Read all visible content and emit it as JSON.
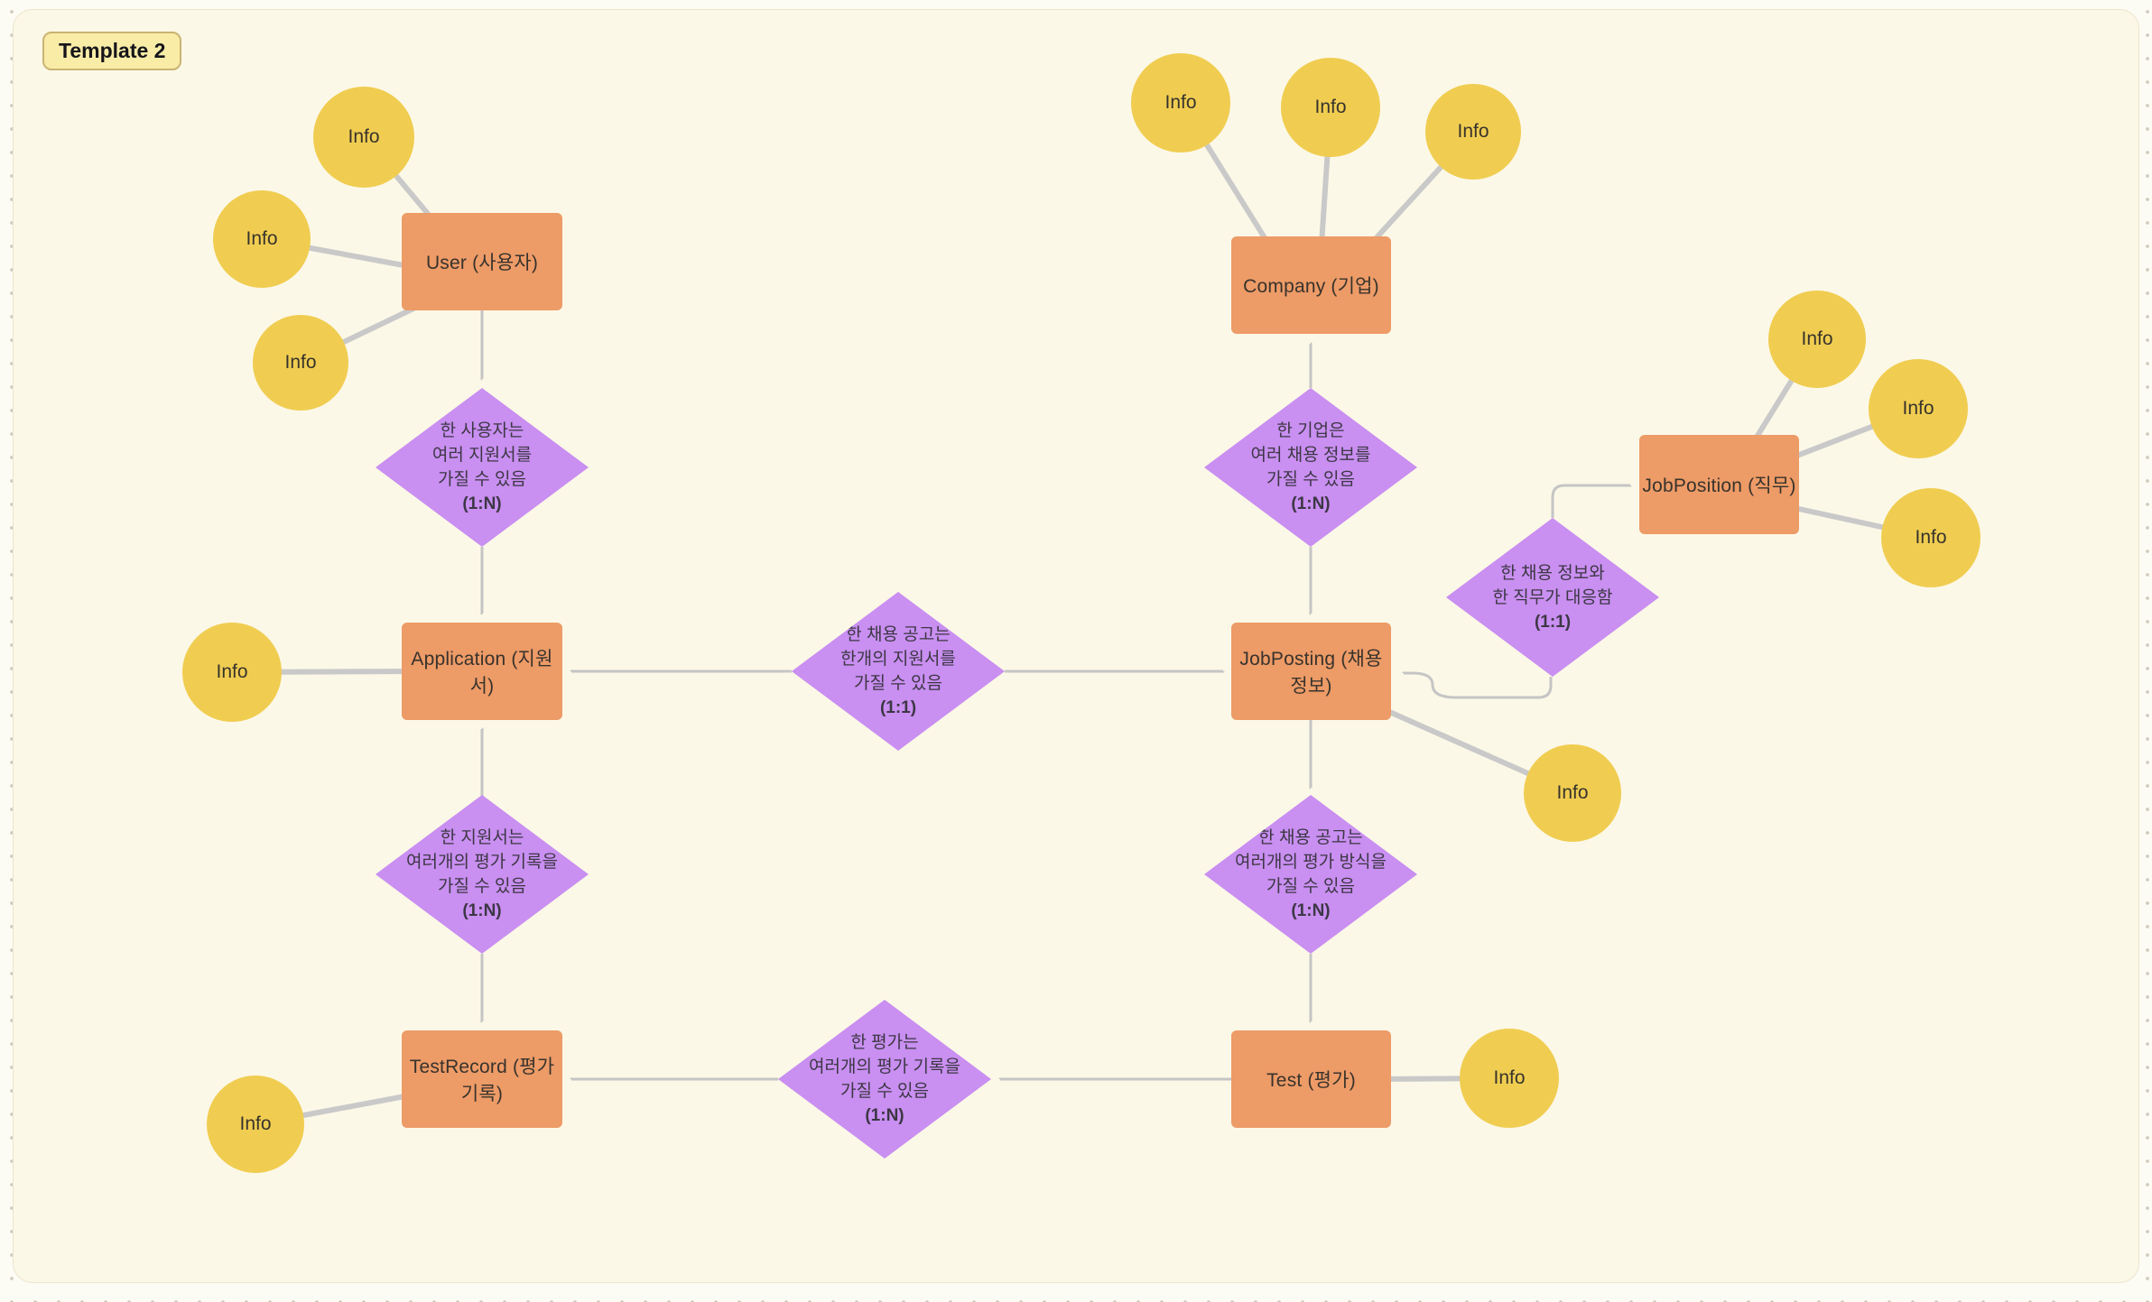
{
  "badge": {
    "label": "Template 2"
  },
  "attribute_label": "Info",
  "entities": {
    "user": {
      "label": "User (사용자)"
    },
    "company": {
      "label": "Company (기업)"
    },
    "job_position": {
      "label": "JobPosition (직무)"
    },
    "application": {
      "label": "Application (지원서)"
    },
    "job_posting": {
      "label": "JobPosting (채용 정보)"
    },
    "test": {
      "label": "Test (평가)"
    },
    "test_record": {
      "label": "TestRecord (평가 기록)"
    }
  },
  "relationships": {
    "user_application": {
      "lines": [
        "한 사용자는",
        "여러 지원서를",
        "가질 수 있음"
      ],
      "cardinality": "(1:N)"
    },
    "company_jobposting": {
      "lines": [
        "한 기업은",
        "여러 채용 정보를",
        "가질 수 있음"
      ],
      "cardinality": "(1:N)"
    },
    "jobposting_application": {
      "lines": [
        "한 채용 공고는",
        "한개의 지원서를",
        "가질 수 있음"
      ],
      "cardinality": "(1:1)"
    },
    "jobposting_jobposition": {
      "lines": [
        "한 채용 정보와",
        "한 직무가 대응함"
      ],
      "cardinality": "(1:1)"
    },
    "application_testrecord": {
      "lines": [
        "한 지원서는",
        "여러개의 평가 기록을",
        "가질 수 있음"
      ],
      "cardinality": "(1:N)"
    },
    "jobposting_test": {
      "lines": [
        "한 채용 공고는",
        "여러개의 평가 방식을",
        "가질 수 있음"
      ],
      "cardinality": "(1:N)"
    },
    "test_testrecord": {
      "lines": [
        "한 평가는",
        "여러개의 평가 기록을",
        "가질 수 있음"
      ],
      "cardinality": "(1:N)"
    }
  },
  "colors": {
    "canvas": "#FCF8E7",
    "entity": "#ED9B67",
    "relationship": "#C98FF1",
    "attribute": "#F0CD51",
    "connector": "#C6C6C6",
    "badge_bg": "#F9ECA7",
    "badge_border": "#C9B472"
  }
}
